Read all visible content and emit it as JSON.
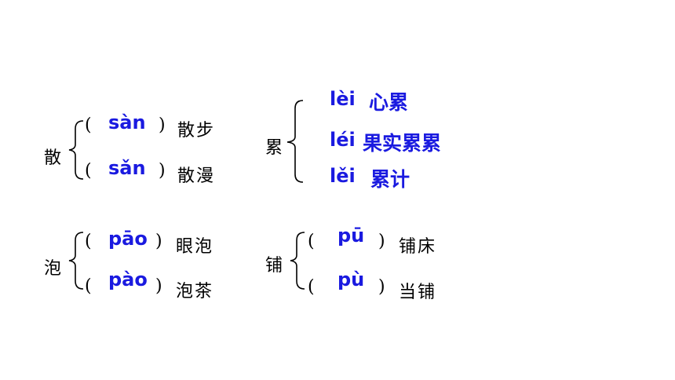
{
  "groups": {
    "san": {
      "char": "散",
      "readings": [
        {
          "pinyin": "sàn",
          "word": "散步"
        },
        {
          "pinyin": "sǎn",
          "word": "散漫"
        }
      ]
    },
    "lei": {
      "char": "累",
      "readings": [
        {
          "pinyin": "lèi",
          "word": "心累"
        },
        {
          "pinyin": "léi",
          "word": "果实累累"
        },
        {
          "pinyin": "lěi",
          "word": "累计"
        }
      ]
    },
    "pao": {
      "char": "泡",
      "readings": [
        {
          "pinyin": "pāo",
          "word": "眼泡"
        },
        {
          "pinyin": "pào",
          "word": "泡茶"
        }
      ]
    },
    "pu": {
      "char": "铺",
      "readings": [
        {
          "pinyin": "pū",
          "word": "铺床"
        },
        {
          "pinyin": "pù",
          "word": "当铺"
        }
      ]
    }
  },
  "symbols": {
    "open_paren": "(",
    "close_paren": ")"
  },
  "colors": {
    "pinyin": "#1a1ae0",
    "text": "#000000"
  }
}
